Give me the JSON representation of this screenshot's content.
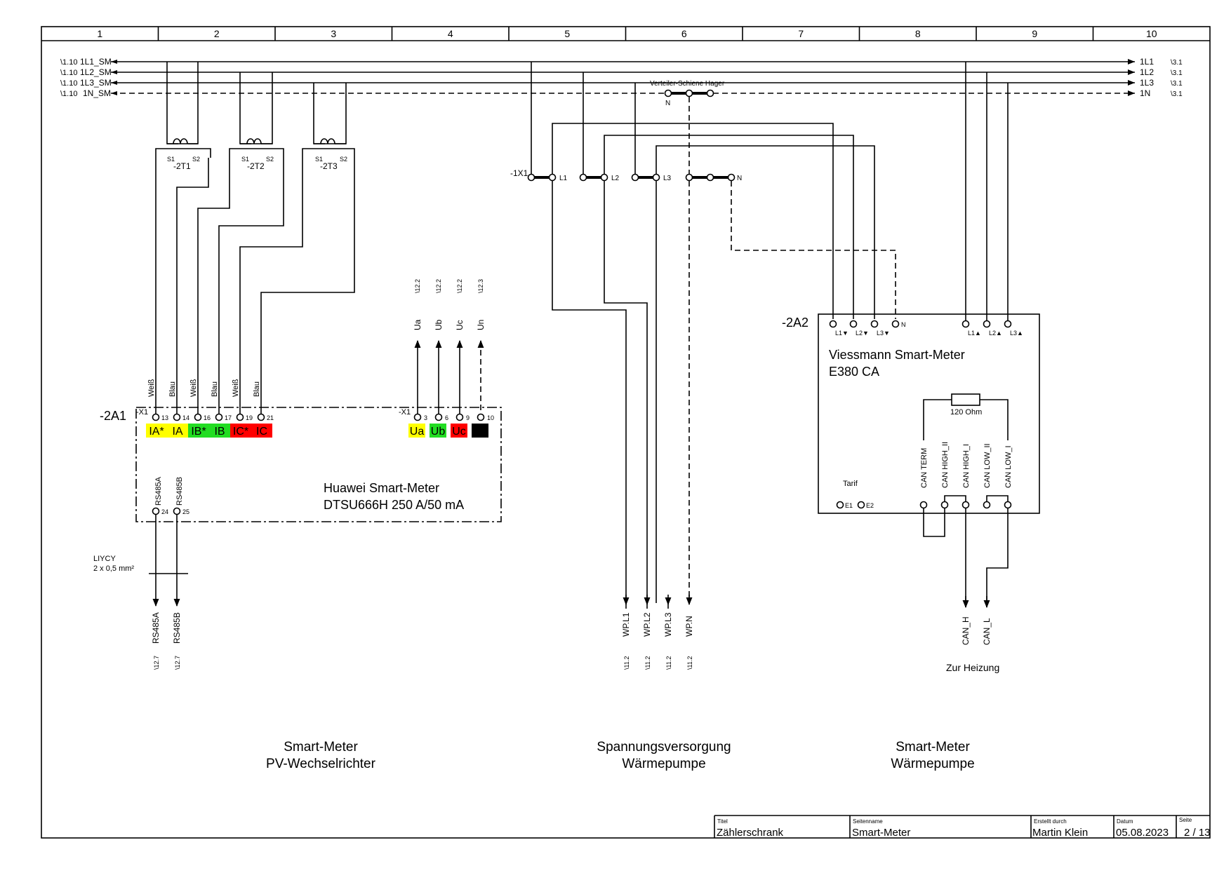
{
  "frame": {
    "columns": [
      "1",
      "2",
      "3",
      "4",
      "5",
      "6",
      "7",
      "8",
      "9",
      "10"
    ]
  },
  "incoming": [
    {
      "ref": "\\1.10",
      "name": "1L1_SM"
    },
    {
      "ref": "\\1.10",
      "name": "1L2_SM"
    },
    {
      "ref": "\\1.10",
      "name": "1L3_SM"
    },
    {
      "ref": "\\1.10",
      "name": "1N_SM"
    }
  ],
  "outgoing": [
    {
      "name": "1L1",
      "ref": "\\3.1"
    },
    {
      "name": "1L2",
      "ref": "\\3.1"
    },
    {
      "name": "1L3",
      "ref": "\\3.1"
    },
    {
      "name": "1N",
      "ref": "\\3.1"
    }
  ],
  "busbar": {
    "label": "Verteiler-Schiene Hager",
    "terminal": "N"
  },
  "ct": [
    {
      "tag": "-2T1",
      "s1": "S1",
      "s2": "S2"
    },
    {
      "tag": "-2T2",
      "s1": "S1",
      "s2": "S2"
    },
    {
      "tag": "-2T3",
      "s1": "S1",
      "s2": "S2"
    }
  ],
  "x1": {
    "tag": "-1X1",
    "terminals": [
      "L1",
      "L2",
      "L3",
      "N"
    ]
  },
  "a1": {
    "tag": "-2A1",
    "strip": "-X1",
    "title_line1": "Huawei Smart-Meter",
    "title_line2": "DTSU666H 250 A/50 mA",
    "wire_colors": [
      "Weiß",
      "Blau",
      "Weiß",
      "Blau",
      "Weiß",
      "Blau"
    ],
    "current_pins": [
      "13",
      "14",
      "16",
      "17",
      "19",
      "21"
    ],
    "current_labels": [
      "IA*",
      "IA",
      "IB*",
      "IB",
      "IC*",
      "IC"
    ],
    "voltage_strip": "-X1",
    "voltage_pins": [
      "3",
      "6",
      "9",
      "10"
    ],
    "voltage_labels": [
      "Ua",
      "Ub",
      "Uc",
      "Un"
    ],
    "voltage_refs": [
      "\\12.2",
      "\\12.2",
      "\\12.2",
      "\\12.3"
    ],
    "voltage_names": [
      "Ua",
      "Ub",
      "Uc",
      "Un"
    ],
    "rs485_labels": [
      "RS485A",
      "RS485B"
    ],
    "rs485_pins": [
      "24",
      "25"
    ],
    "cable_line1": "LIYCY",
    "cable_line2": "2 x 0,5 mm²",
    "rs485_out": [
      "RS485A",
      "RS485B"
    ],
    "rs485_refs": [
      "\\12.7",
      "\\12.7"
    ],
    "colors": {
      "yellow": "#ffff00",
      "green": "#22dd22",
      "red": "#ff0000",
      "black": "#000000"
    }
  },
  "wp_out": {
    "names": [
      "WP.L1",
      "WP.L2",
      "WP.L3",
      "WP.N"
    ],
    "refs": [
      "\\11.2",
      "\\11.2",
      "\\11.2",
      "\\11.2"
    ]
  },
  "a2": {
    "tag": "-2A2",
    "title_line1": "Viessmann Smart-Meter",
    "title_line2": "E380 CA",
    "top_pins_in": [
      "L1▼",
      "L2▼",
      "L3▼",
      "N"
    ],
    "top_pins_out": [
      "L1▲",
      "L2▲",
      "L3▲"
    ],
    "resistor": "120 Ohm",
    "can_labels": [
      "CAN TERM",
      "CAN HIGH_II",
      "CAN HIGH_I",
      "CAN LOW_II",
      "CAN LOW_I"
    ],
    "tarif": "Tarif",
    "tarif_pins": [
      "E1",
      "E2"
    ],
    "can_out": [
      "CAN_H",
      "CAN_L"
    ],
    "destination": "Zur Heizung"
  },
  "sections": [
    {
      "line1": "Smart-Meter",
      "line2": "PV-Wechselrichter"
    },
    {
      "line1": "Spannungsversorgung",
      "line2": "Wärmepumpe"
    },
    {
      "line1": "Smart-Meter",
      "line2": "Wärmepumpe"
    }
  ],
  "titleblock": {
    "titel_label": "Titel",
    "titel": "Zählerschrank",
    "seitenname_label": "Seitenname",
    "seitenname": "Smart-Meter",
    "erstellt_label": "Erstellt durch",
    "erstellt": "Martin Klein",
    "datum_label": "Datum",
    "datum": "05.08.2023",
    "seite_label": "Seite",
    "seite": "2 / 13"
  }
}
